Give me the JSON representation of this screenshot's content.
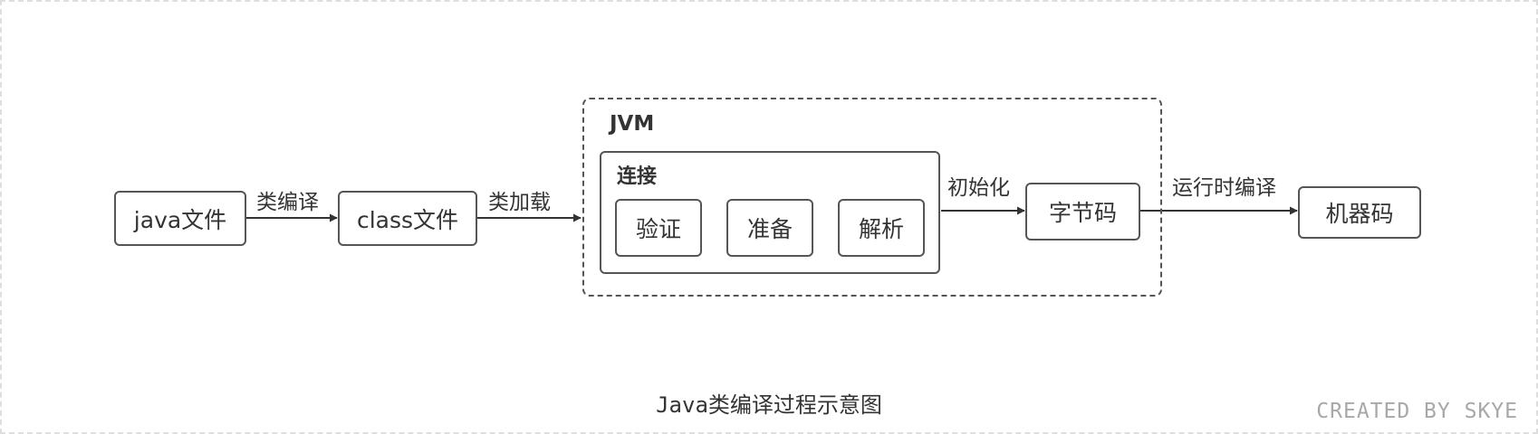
{
  "nodes": {
    "java_file": "java文件",
    "class_file": "class文件",
    "verify": "验证",
    "prepare": "准备",
    "resolve": "解析",
    "bytecode": "字节码",
    "machine_code": "机器码"
  },
  "groups": {
    "jvm": "JVM",
    "linking": "连接"
  },
  "edges": {
    "compile": "类编译",
    "load": "类加载",
    "init": "初始化",
    "runtime_compile": "运行时编译"
  },
  "caption": "Java类编译过程示意图",
  "credit": "CREATED BY SKYE"
}
